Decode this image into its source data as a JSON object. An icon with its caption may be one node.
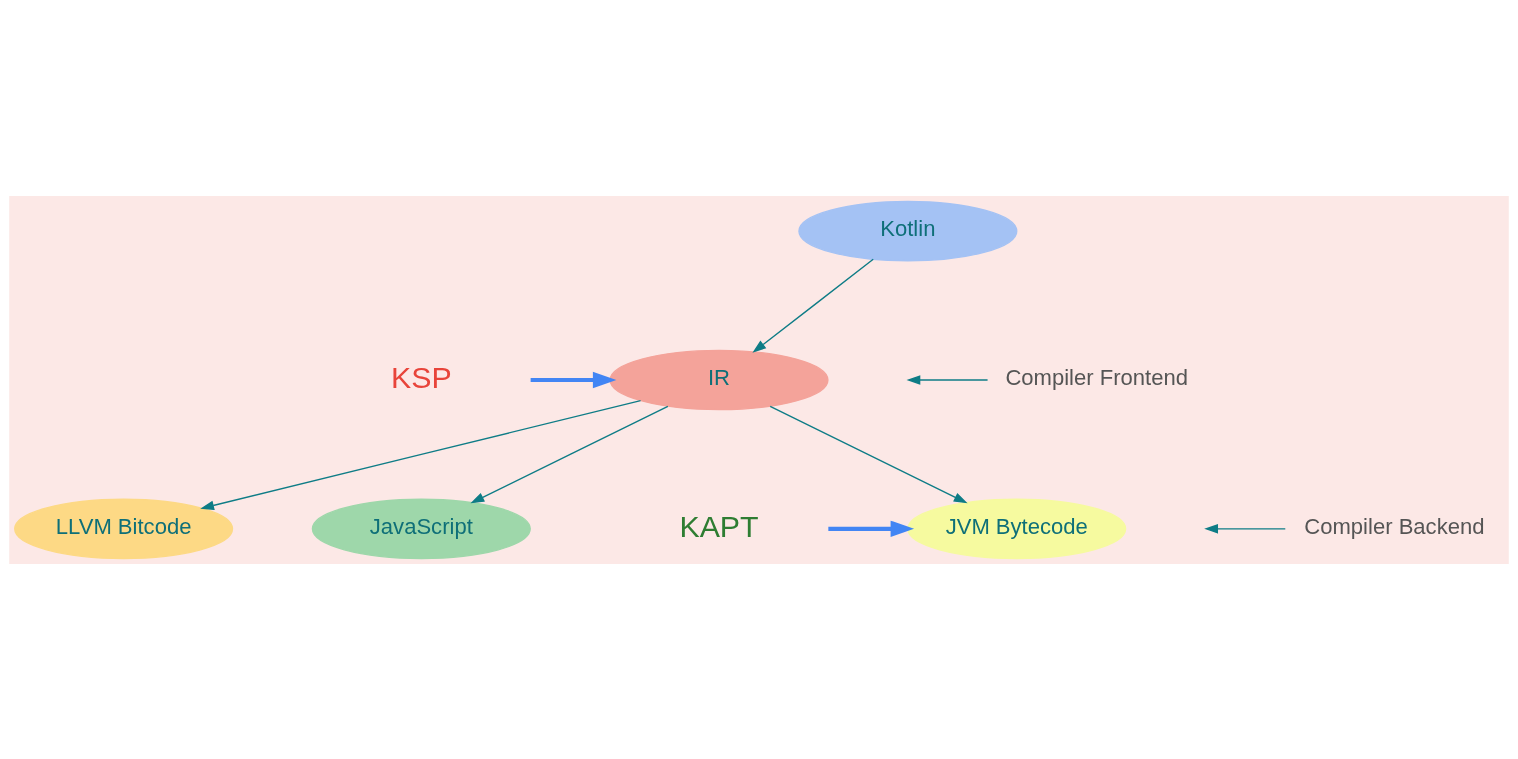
{
  "diagram": {
    "nodes": [
      {
        "text": [
          "Kotlin"
        ]
      },
      {
        "text": [
          "IR"
        ]
      },
      {
        "text": [
          "JVM Bytecode"
        ]
      },
      {
        "text": [
          "LLVM Bitcode"
        ]
      },
      {
        "text": [
          "JavaScript"
        ]
      },
      {
        "text": [
          "KSP"
        ]
      },
      {
        "text": [
          "KAPT"
        ]
      },
      {
        "text": [
          "Compiler Frontend"
        ]
      },
      {
        "text": [
          "Compiler Backend"
        ]
      }
    ],
    "edges": [
      {
        "from": 0,
        "to": 1,
        "arrow": "to"
      },
      {
        "from": 1,
        "to": 2,
        "arrow": "to"
      },
      {
        "from": 1,
        "to": 3,
        "arrow": "to"
      },
      {
        "from": 1,
        "to": 4,
        "arrow": "to"
      },
      {
        "from": 5,
        "to": 1,
        "arrow": "to",
        "style": "thick",
        "color": "#4285f4"
      },
      {
        "from": 6,
        "to": 2,
        "arrow": "to",
        "style": "thick",
        "color": "#4285f4"
      },
      {
        "from": 7,
        "to": null,
        "arrow": "to"
      },
      {
        "from": 8,
        "to": null,
        "arrow": "to"
      }
    ]
  }
}
